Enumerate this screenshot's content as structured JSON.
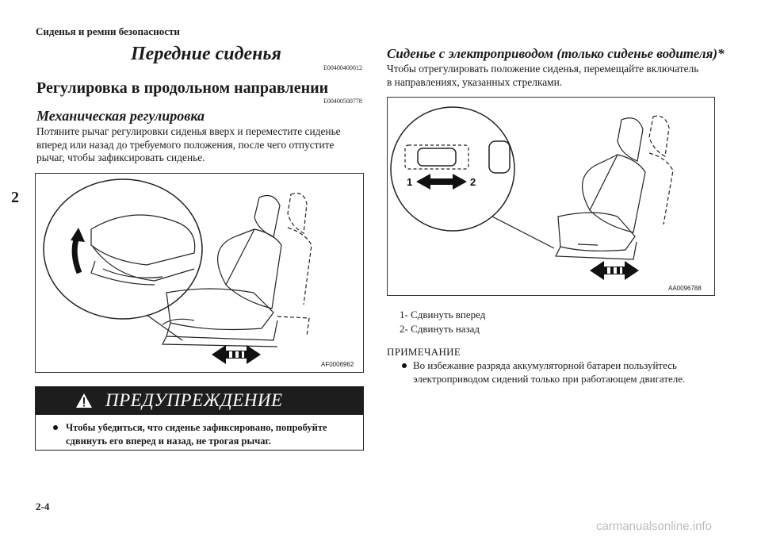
{
  "header": {
    "section": "Сиденья и ремни безопасности"
  },
  "chapter_marker": "2",
  "title": {
    "text": "Передние сиденья",
    "code": "E00400400012"
  },
  "section_fore_aft": {
    "heading": "Регулировка в продольном направлении",
    "code": "E00400500778"
  },
  "manual_adjust": {
    "heading": "Механическая регулировка",
    "lines": [
      "Потяните рычаг регулировки сиденья вверх и переместите сиденье",
      "вперед или назад до требуемого положения, после чего отпустите",
      "рычаг, чтобы зафиксировать сиденье."
    ],
    "figure_code": "AF0006962"
  },
  "warning": {
    "title": "ПРЕДУПРЕЖДЕНИЕ",
    "lines": [
      "Чтобы убедиться, что сиденье зафиксировано, попробуйте",
      "сдвинуть его вперед и назад, не трогая рычаг."
    ]
  },
  "power_seat": {
    "heading": "Сиденье с электроприводом (только сиденье водителя)*",
    "lines": [
      "Чтобы отрегулировать положение сиденья, перемещайте включатель",
      "в направлениях, указанных стрелками."
    ],
    "figure_code": "AA0096788",
    "arrow_labels": [
      "1",
      "2"
    ],
    "legend": [
      "1- Сдвинуть вперед",
      "2- Сдвинуть назад"
    ]
  },
  "note": {
    "heading": "ПРИМЕЧАНИЕ",
    "lines": [
      "Во избежание разряда аккумуляторной батареи пользуйтесь",
      "электроприводом сидений только при работающем двигателе."
    ]
  },
  "footer": {
    "page": "2-4"
  },
  "watermark": "carmanualsonline.info"
}
